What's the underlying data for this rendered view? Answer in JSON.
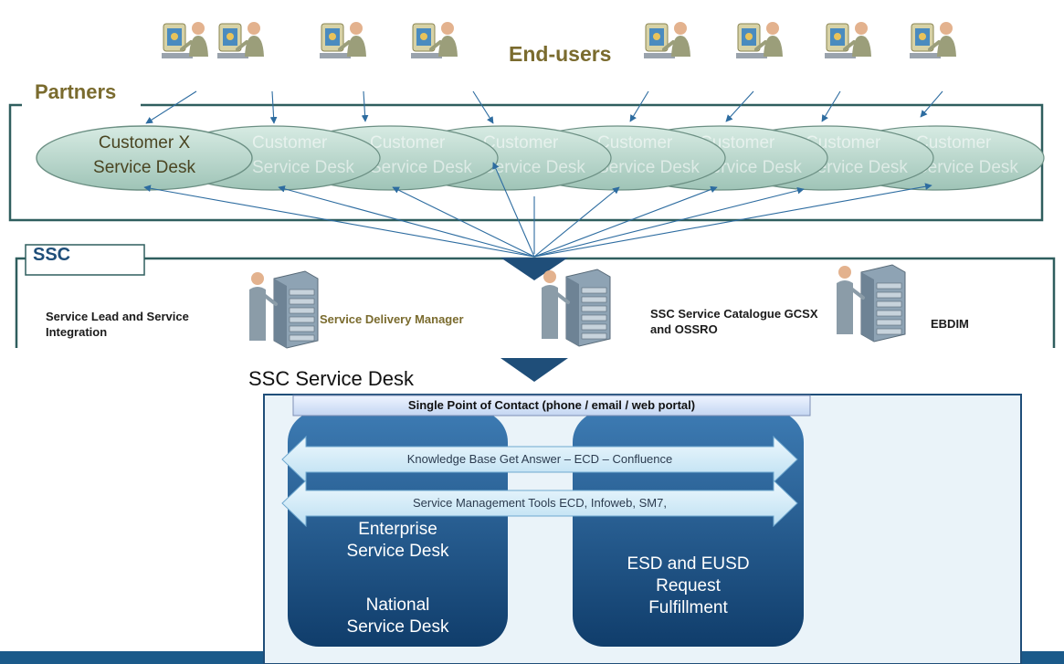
{
  "colors": {
    "frame": "#2f5e5e",
    "olive": "#7a6b2e",
    "navy": "#1f4e79",
    "pill": "#cfe7f5",
    "band": "#1b5a8a"
  },
  "endusers": {
    "title": "End-users",
    "icon": "user-at-workstation-icon"
  },
  "partners": {
    "title": "Partners",
    "first_desk": {
      "line1": "Customer  X",
      "line2": "Service Desk"
    },
    "faded_desks": [
      {
        "line1": "Customer",
        "line2": "Service Desk"
      },
      {
        "line1": "Customer",
        "line2": "Service Desk"
      },
      {
        "line1": "Customer",
        "line2": "Service Desk"
      },
      {
        "line1": "Customer",
        "line2": "Service Desk"
      },
      {
        "line1": "Customer",
        "line2": "Service Desk"
      },
      {
        "line1": "Customer",
        "line2": "Service Desk"
      },
      {
        "line1": "Customer",
        "line2": "Service Desk"
      }
    ]
  },
  "ssc": {
    "label": "SSC",
    "roles": [
      {
        "text": "Service Lead and Service Integration"
      },
      {
        "text": "Service Delivery Manager"
      },
      {
        "text": "SSC Service Catalogue GCSX and OSSRO"
      },
      {
        "text": "EBDIM"
      }
    ],
    "server_icon": "server-operator-icon"
  },
  "service_desk": {
    "title": "SSC Service Desk",
    "spoc": "Single Point of Contact (phone / email / web portal)",
    "knowledge_base": "Knowledge Base  Get Answer – ECD – Confluence",
    "sm_tools": "Service Management Tools  ECD, Infoweb, SM7,",
    "left_box": {
      "line1": "Enterprise",
      "line2": "Service Desk",
      "line3": "National",
      "line4": "Service Desk"
    },
    "right_box": {
      "line1": "ESD and EUSD",
      "line2": "Request",
      "line3": "Fulfillment"
    }
  }
}
